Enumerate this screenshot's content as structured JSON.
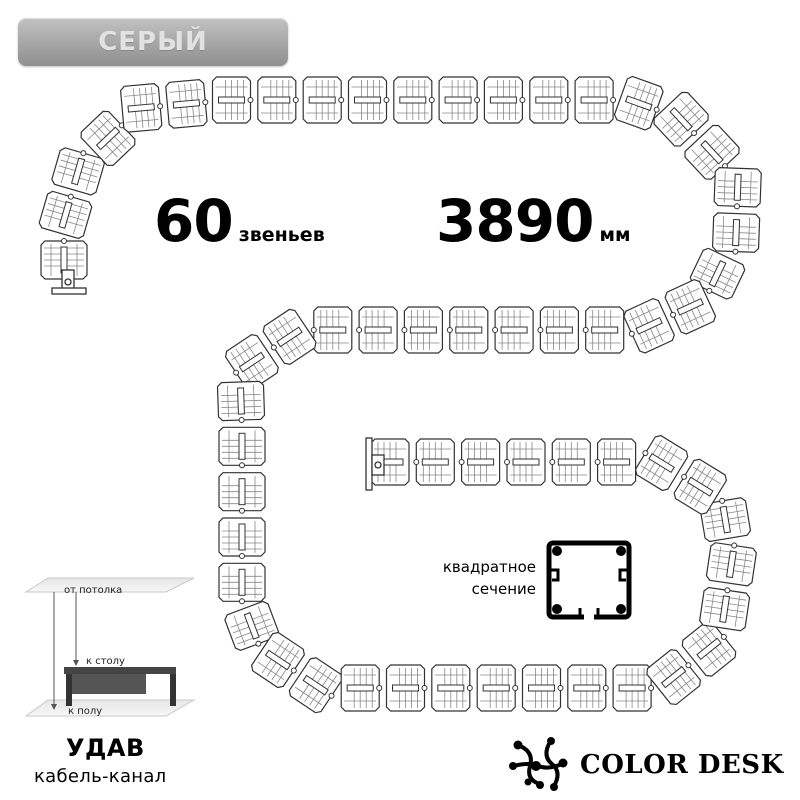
{
  "badge": {
    "label": "СЕРЫЙ"
  },
  "stats": {
    "links_count": "60",
    "links_unit": "звеньев",
    "length_value": "3890",
    "length_unit": "мм"
  },
  "cross_section": {
    "label_line1": "квадратное",
    "label_line2": "сечение"
  },
  "mounting_scheme": {
    "ceiling_label": "от потолка",
    "table_label": "к столу",
    "floor_label": "к полу"
  },
  "product": {
    "name": "УДАВ",
    "type": "кабель-канал"
  },
  "brand": {
    "name": "COLOR DESK"
  },
  "icons": {
    "chain": "cable-chain-icon",
    "section": "square-section-icon",
    "scheme": "mounting-scheme-icon",
    "logo": "color-desk-logo-icon"
  }
}
